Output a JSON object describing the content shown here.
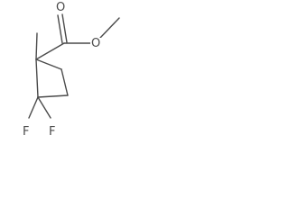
{
  "molecule": {
    "atoms": {
      "carbonyl_oxygen": "O",
      "ester_oxygen": "O",
      "fluorine_left": "F",
      "fluorine_right": "F"
    },
    "colors": {
      "bond": "#4a4a4a",
      "label": "#4a4a4a",
      "background": "#ffffff"
    }
  }
}
